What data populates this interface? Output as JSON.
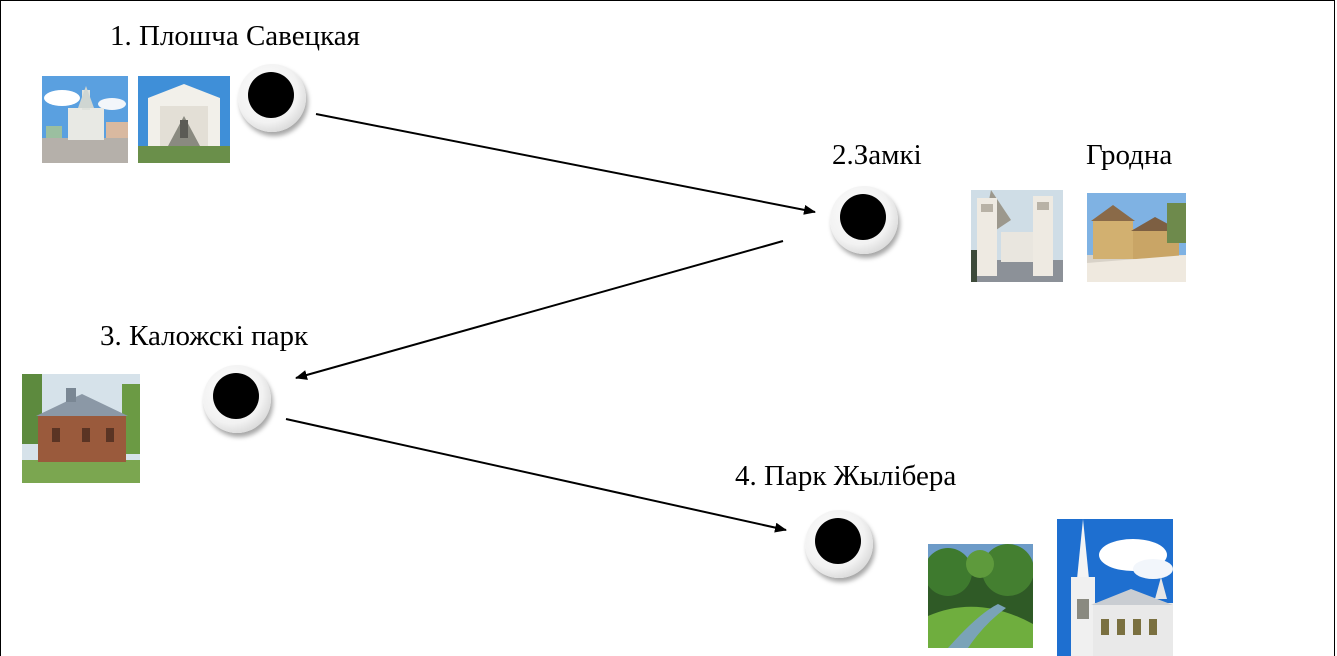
{
  "stops": [
    {
      "label": "1. Плошча Савецкая"
    },
    {
      "label": "2.Замкі"
    },
    {
      "label": "3. Каложскі парк"
    },
    {
      "label": "4. Парк Жылібера"
    }
  ],
  "extra_label": "Гродна",
  "photos": [
    {
      "name": "photo-cathedral-square"
    },
    {
      "name": "photo-drama-theatre"
    },
    {
      "name": "photo-castle-gate"
    },
    {
      "name": "photo-old-castle"
    },
    {
      "name": "photo-kalozha-church"
    },
    {
      "name": "photo-zhiliber-park"
    },
    {
      "name": "photo-lutheran-church"
    }
  ]
}
